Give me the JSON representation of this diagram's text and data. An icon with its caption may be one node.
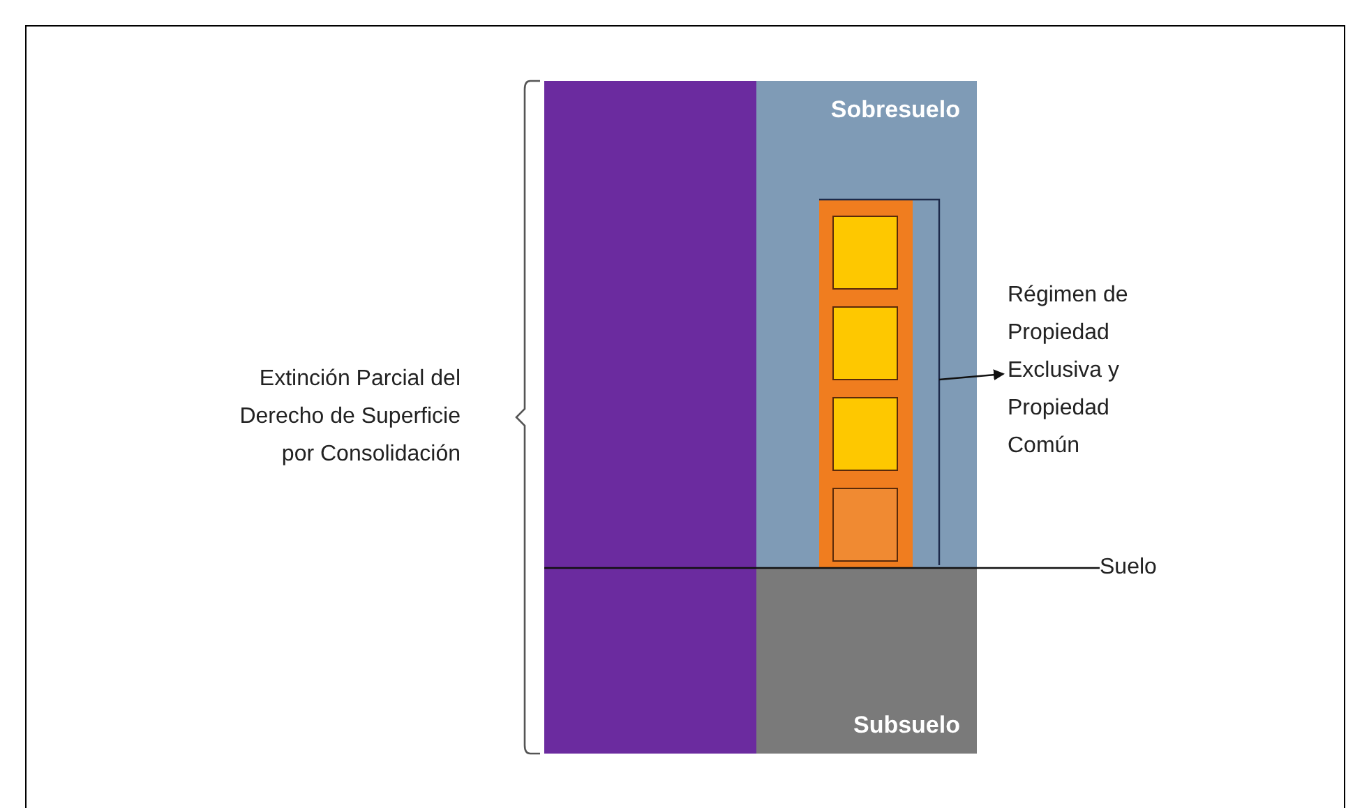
{
  "diagram": {
    "nodes": [
      {
        "text": [
          "Extinción Parcial del Derecho de Superficie por Consolidación"
        ]
      },
      {
        "text": [],
        "shape": "box"
      },
      {
        "text": [
          "Sobresuelo"
        ]
      },
      {
        "text": [
          "Subsuelo"
        ]
      },
      {
        "text": [],
        "shape": "box",
        "in": 2
      },
      {
        "text": [
          "Régimen de Propiedad Exclusiva y Propiedad Común"
        ]
      },
      {
        "text": [
          "Suelo"
        ]
      }
    ],
    "edges": [
      {
        "from": 4,
        "to": 5,
        "arrow": "to"
      },
      {
        "from": 6,
        "to": 1,
        "arrow": "none"
      }
    ]
  }
}
